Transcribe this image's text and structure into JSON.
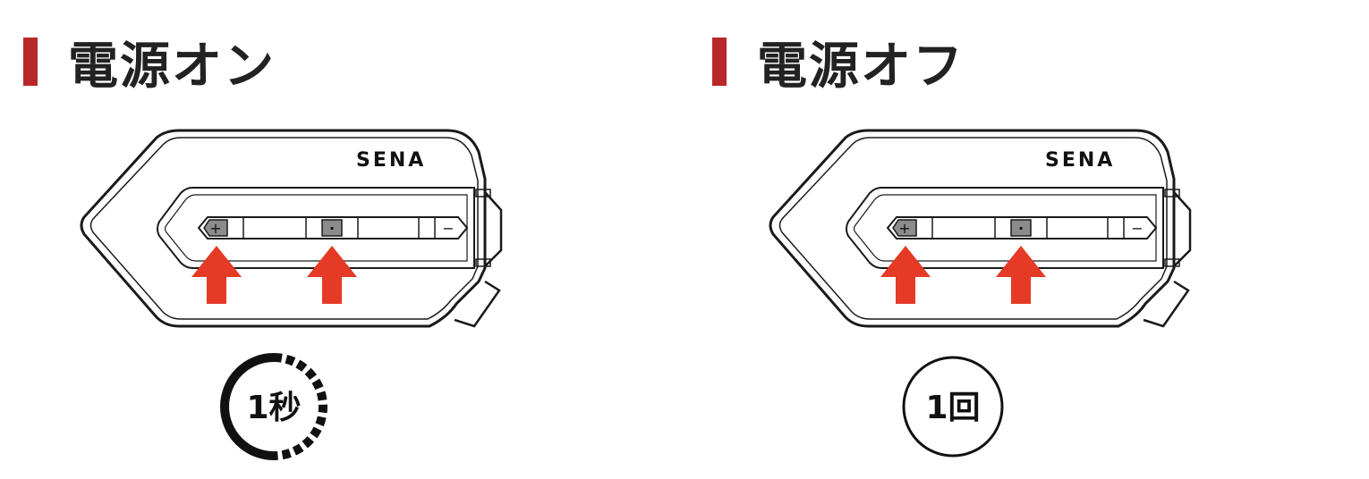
{
  "panels": [
    {
      "heading": "電源オン",
      "brand": "SENA",
      "buttons": {
        "plus": "+",
        "center": "·",
        "minus": "−"
      },
      "indicator": {
        "label": "1秒",
        "icon": "timer-dashed-ring-icon"
      },
      "arrows": 2
    },
    {
      "heading": "電源オフ",
      "brand": "SENA",
      "buttons": {
        "plus": "+",
        "center": "·",
        "minus": "−"
      },
      "indicator": {
        "label": "1回",
        "icon": "single-press-circle-icon"
      },
      "arrows": 2
    }
  ],
  "colors": {
    "accent_bar": "#b8282a",
    "arrow": "#e43a26",
    "button_fill": "#8c8c8c",
    "stroke": "#1a1a1a"
  }
}
